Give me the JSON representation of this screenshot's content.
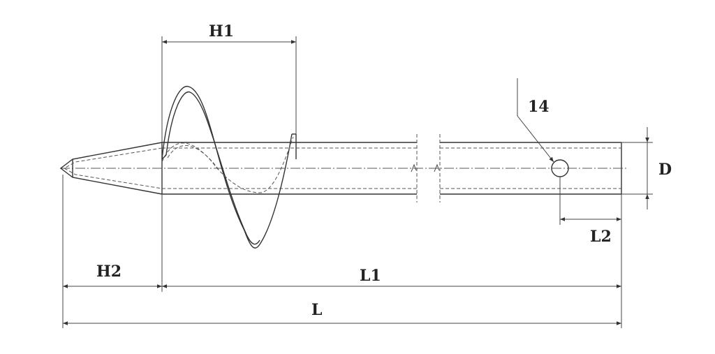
{
  "labels": {
    "h1": "H1",
    "h2": "H2",
    "l": "L",
    "l1": "L1",
    "l2": "L2",
    "d": "D",
    "hole": "14"
  },
  "colors": {
    "line": "#333333",
    "background": "#ffffff"
  }
}
